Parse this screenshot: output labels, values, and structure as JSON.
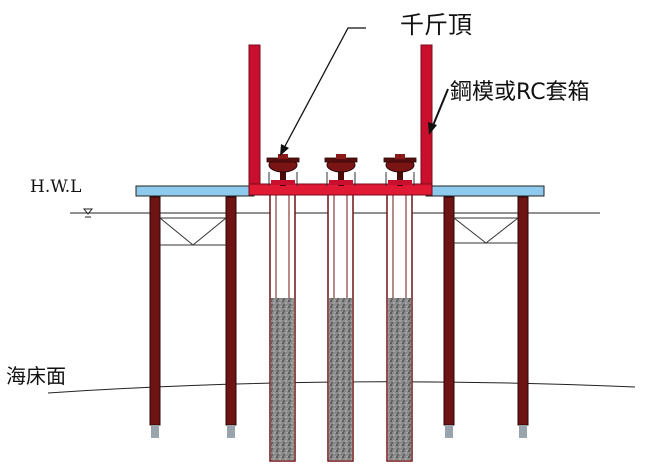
{
  "labels": {
    "jack": "千斤頂",
    "casing": "鋼模或RC套箱",
    "hwl": "H.W.L",
    "seabed": "海床面"
  },
  "colors": {
    "casing_red": "#c8102e",
    "pile_brown": "#6e1414",
    "deck_blue": "#8ec9ee",
    "concrete_grey": "#7a7a7a",
    "water_line": "#222222"
  },
  "jack_count": 3,
  "pile_count": 7
}
